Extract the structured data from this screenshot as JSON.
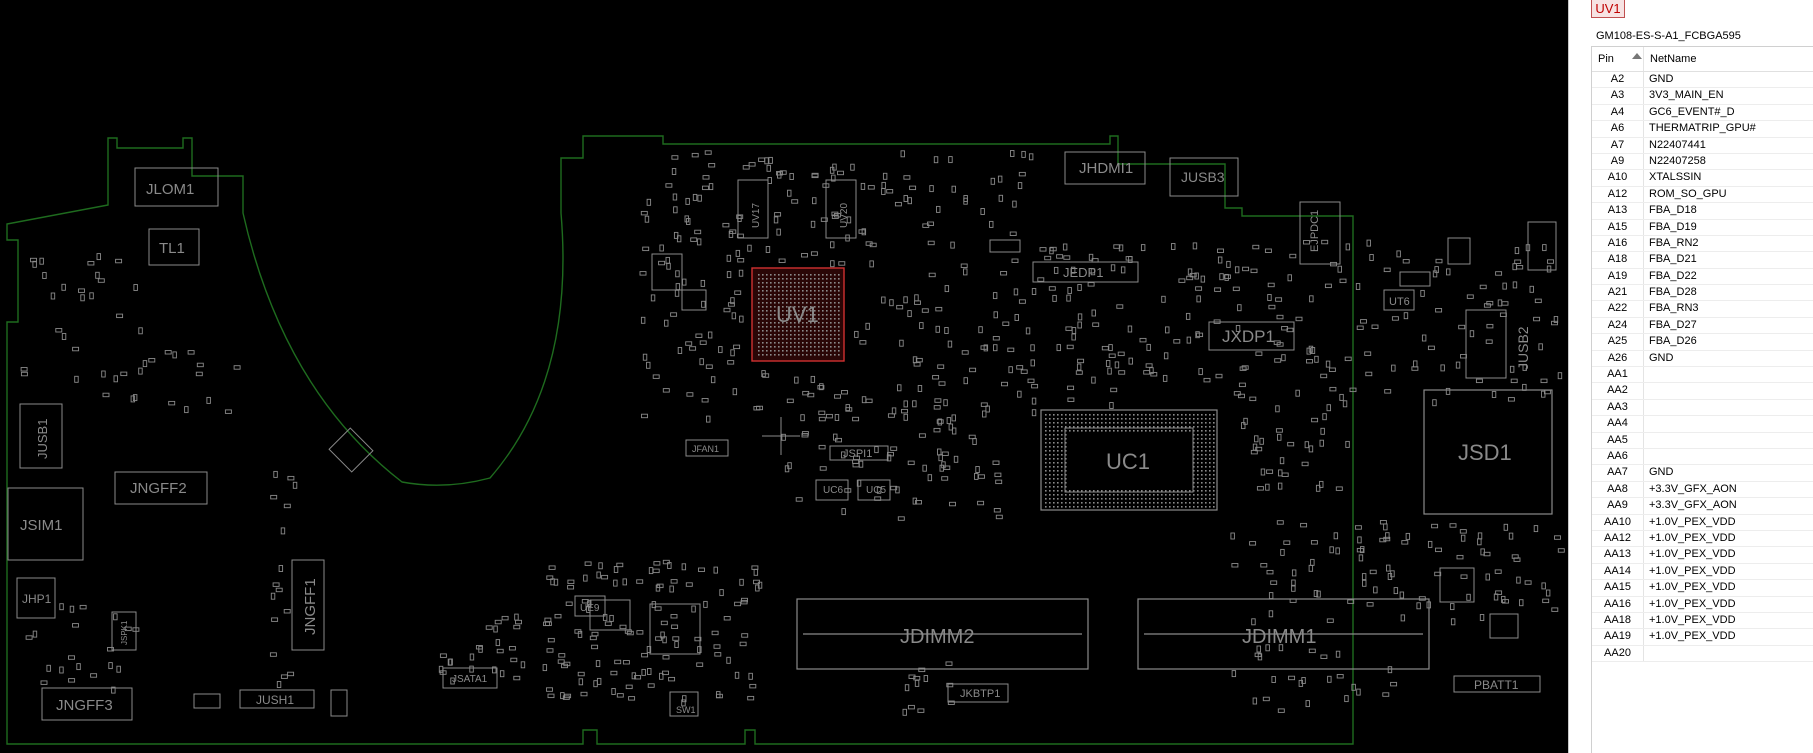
{
  "board": {
    "outline_color": "#1e6b1e",
    "highlight_color": "#d03030",
    "labels": {
      "jlom1": "JLOM1",
      "tl1": "TL1",
      "jusb1": "JUSB1",
      "jngff2": "JNGFF2",
      "jsim1": "JSIM1",
      "jhp1": "JHP1",
      "jspk1": "JSPK1",
      "jngff1": "JNGFF1",
      "jngff3": "JNGFF3",
      "jush1": "JUSH1",
      "jsata1": "JSATA1",
      "ue9": "UE9",
      "uv1": "UV1",
      "jfan1": "JFAN1",
      "jspi1": "JSPI1",
      "uc6": "UC6",
      "uc5": "UC5",
      "jhdmi1": "JHDMI1",
      "jusb3": "JUSB3",
      "jedp1": "JEDP1",
      "jxdp1": "JXDP1",
      "uc1": "UC1",
      "ejpdc1": "EJPDC1",
      "ut6": "UT6",
      "jusb2": "JUSB2",
      "jsd1": "JSD1",
      "jdimm2": "JDIMM2",
      "jdimm1": "JDIMM1",
      "jkbtp1": "JKBTP1",
      "sw1": "SW1",
      "pbatt1": "PBATT1",
      "uv17": "UV17",
      "uv20": "UV20"
    }
  },
  "panel": {
    "component": "UV1",
    "part_name": "GM108-ES-S-A1_FCBGA595",
    "columns": {
      "pin": "Pin",
      "net": "NetName"
    },
    "rows": [
      {
        "pin": "A2",
        "net": "GND"
      },
      {
        "pin": "A3",
        "net": "3V3_MAIN_EN"
      },
      {
        "pin": "A4",
        "net": "GC6_EVENT#_D"
      },
      {
        "pin": "A6",
        "net": "THERMATRIP_GPU#"
      },
      {
        "pin": "A7",
        "net": "N22407441"
      },
      {
        "pin": "A9",
        "net": "N22407258"
      },
      {
        "pin": "A10",
        "net": "XTALSSIN"
      },
      {
        "pin": "A12",
        "net": "ROM_SO_GPU"
      },
      {
        "pin": "A13",
        "net": "FBA_D18"
      },
      {
        "pin": "A15",
        "net": "FBA_D19"
      },
      {
        "pin": "A16",
        "net": "FBA_RN2"
      },
      {
        "pin": "A18",
        "net": "FBA_D21"
      },
      {
        "pin": "A19",
        "net": "FBA_D22"
      },
      {
        "pin": "A21",
        "net": "FBA_D28"
      },
      {
        "pin": "A22",
        "net": "FBA_RN3"
      },
      {
        "pin": "A24",
        "net": "FBA_D27"
      },
      {
        "pin": "A25",
        "net": "FBA_D26"
      },
      {
        "pin": "A26",
        "net": "GND"
      },
      {
        "pin": "AA1",
        "net": ""
      },
      {
        "pin": "AA2",
        "net": ""
      },
      {
        "pin": "AA3",
        "net": ""
      },
      {
        "pin": "AA4",
        "net": ""
      },
      {
        "pin": "AA5",
        "net": ""
      },
      {
        "pin": "AA6",
        "net": ""
      },
      {
        "pin": "AA7",
        "net": "GND"
      },
      {
        "pin": "AA8",
        "net": "+3.3V_GFX_AON"
      },
      {
        "pin": "AA9",
        "net": "+3.3V_GFX_AON"
      },
      {
        "pin": "AA10",
        "net": "+1.0V_PEX_VDD"
      },
      {
        "pin": "AA12",
        "net": "+1.0V_PEX_VDD"
      },
      {
        "pin": "AA13",
        "net": "+1.0V_PEX_VDD"
      },
      {
        "pin": "AA14",
        "net": "+1.0V_PEX_VDD"
      },
      {
        "pin": "AA15",
        "net": "+1.0V_PEX_VDD"
      },
      {
        "pin": "AA16",
        "net": "+1.0V_PEX_VDD"
      },
      {
        "pin": "AA18",
        "net": "+1.0V_PEX_VDD"
      },
      {
        "pin": "AA19",
        "net": "+1.0V_PEX_VDD"
      },
      {
        "pin": "AA20",
        "net": ""
      }
    ]
  }
}
